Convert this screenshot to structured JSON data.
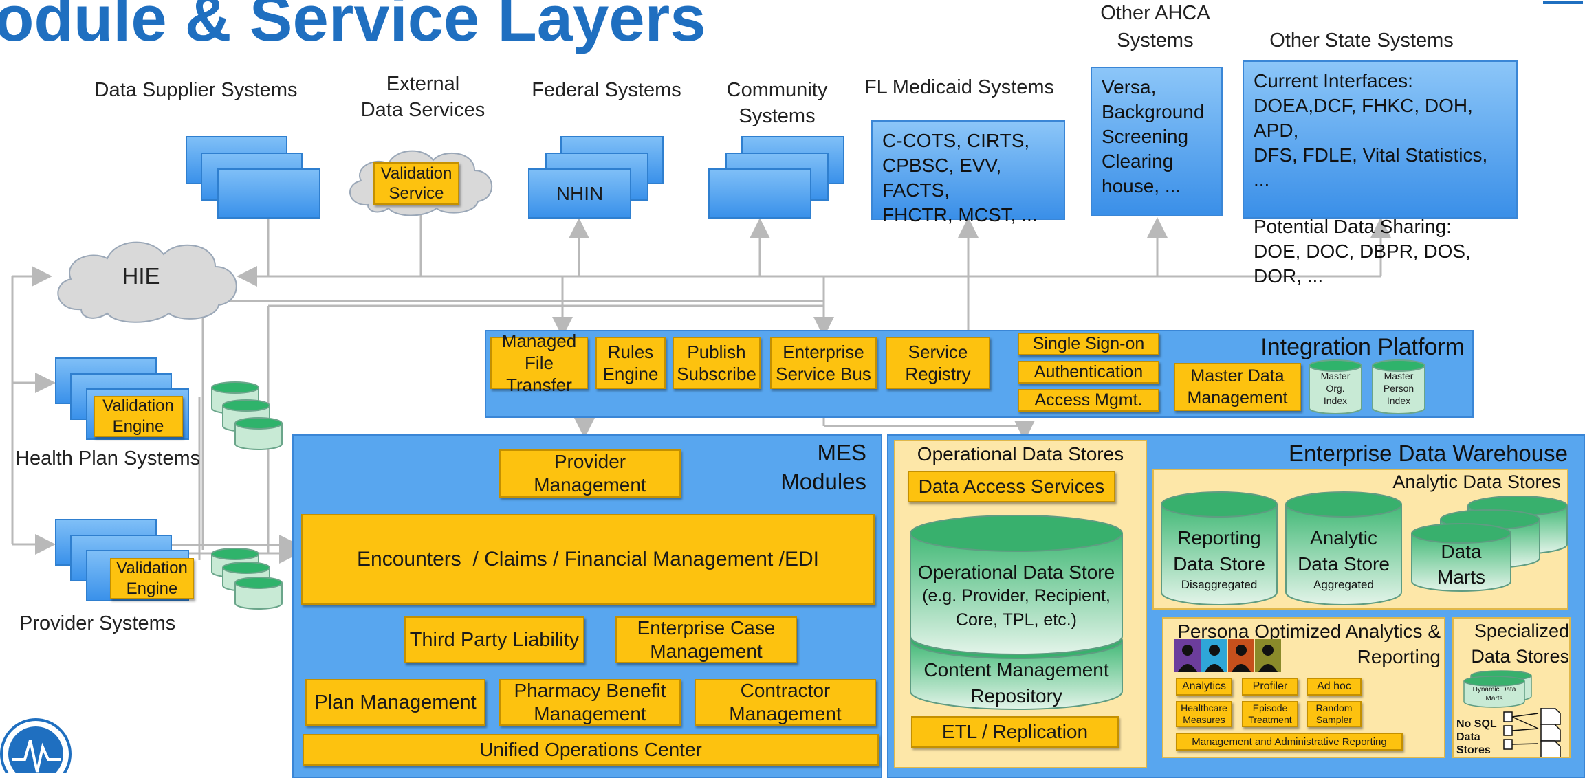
{
  "title": "odule & Service Layers",
  "suppliers": {
    "data_supplier": "Data Supplier Systems",
    "external_l1": "External",
    "external_l2": "Data Services",
    "validation_service_l1": "Validation",
    "validation_service_l2": "Service",
    "federal": "Federal Systems",
    "nhin": "NHIN",
    "community_l1": "Community",
    "community_l2": "Systems",
    "fl_medicaid": "FL Medicaid Systems",
    "fl_medicaid_box": [
      "C-COTS, CIRTS,",
      "CPBSC, EVV, FACTS,",
      "FHCTR, MCST, ..."
    ],
    "other_ahca_l1": "Other AHCA",
    "other_ahca_l2": "Systems",
    "other_ahca_box": [
      "Versa,",
      "Background",
      "Screening",
      "Clearing",
      "house, ..."
    ],
    "other_state": "Other State Systems",
    "other_state_box": [
      "Current Interfaces:",
      "DOEA,DCF, FHKC, DOH, APD,",
      "DFS, FDLE, Vital Statistics, ...",
      "",
      "Potential Data Sharing:",
      "DOE, DOC, DBPR, DOS, DOR, ..."
    ]
  },
  "left": {
    "hie": "HIE",
    "health_plan": "Health Plan Systems",
    "provider_systems": "Provider Systems",
    "validation_engine_l1": "Validation",
    "validation_engine_l2": "Engine"
  },
  "integration": {
    "title": "Integration Platform",
    "managed_l1": "Managed",
    "managed_l2": "File Transfer",
    "rules_l1": "Rules",
    "rules_l2": "Engine",
    "publish_l1": "Publish",
    "publish_l2": "Subscribe",
    "esb_l1": "Enterprise",
    "esb_l2": "Service Bus",
    "registry_l1": "Service",
    "registry_l2": "Registry",
    "sso": "Single Sign-on",
    "auth": "Authentication",
    "access": "Access Mgmt.",
    "mdm_l1": "Master Data",
    "mdm_l2": "Management",
    "master_org": [
      "Master",
      "Org.",
      "Index"
    ],
    "master_person": [
      "Master",
      "Person",
      "Index"
    ]
  },
  "mes": {
    "title_l1": "MES",
    "title_l2": "Modules",
    "provider_l1": "Provider",
    "provider_l2": "Management",
    "encounters": "Encounters  / Claims / Financial Management /EDI",
    "tpl": "Third Party Liability",
    "ecm_l1": "Enterprise Case",
    "ecm_l2": "Management",
    "plan": "Plan Management",
    "pharmacy_l1": "Pharmacy Benefit",
    "pharmacy_l2": "Management",
    "contractor_l1": "Contractor",
    "contractor_l2": "Management",
    "uoc": "Unified Operations Center"
  },
  "edw": {
    "title": "Enterprise Data Warehouse",
    "ods_title": "Operational Data Stores",
    "das": "Data Access Services",
    "ods_cyl": [
      "Operational Data Store",
      "(e.g. Provider, Recipient,",
      "Core, TPL, etc.)"
    ],
    "cmr": [
      "Content Management",
      "Repository"
    ],
    "etl": "ETL / Replication",
    "ads_title": "Analytic Data Stores",
    "reporting_ds": [
      "Reporting",
      "Data Store",
      "Disaggregated"
    ],
    "analytic_ds": [
      "Analytic",
      "Data Store",
      "Aggregated"
    ],
    "data_marts": [
      "Data",
      "Marts"
    ],
    "persona_l1": "Persona Optimized Analytics &",
    "persona_l2": "Reporting",
    "persona_items": [
      [
        "Analytics",
        "Profiler",
        "Ad hoc"
      ],
      [
        "Healthcare Measures",
        "Episode Treatment",
        "Random Sampler"
      ]
    ],
    "mgmt_reporting": "Management and Administrative Reporting",
    "specialized_l1": "Specialized",
    "specialized_l2": "Data Stores",
    "dynamic_marts": [
      "Dynamic Data",
      "Marts"
    ],
    "nosql": [
      "No SQL",
      "Data",
      "Stores"
    ]
  },
  "colors": {
    "title_blue": "#1f6fc0",
    "orange": "#fdc20f",
    "blue": "#3a91ea",
    "green": "#2fb36b",
    "gray_line": "#b9b9b9"
  }
}
